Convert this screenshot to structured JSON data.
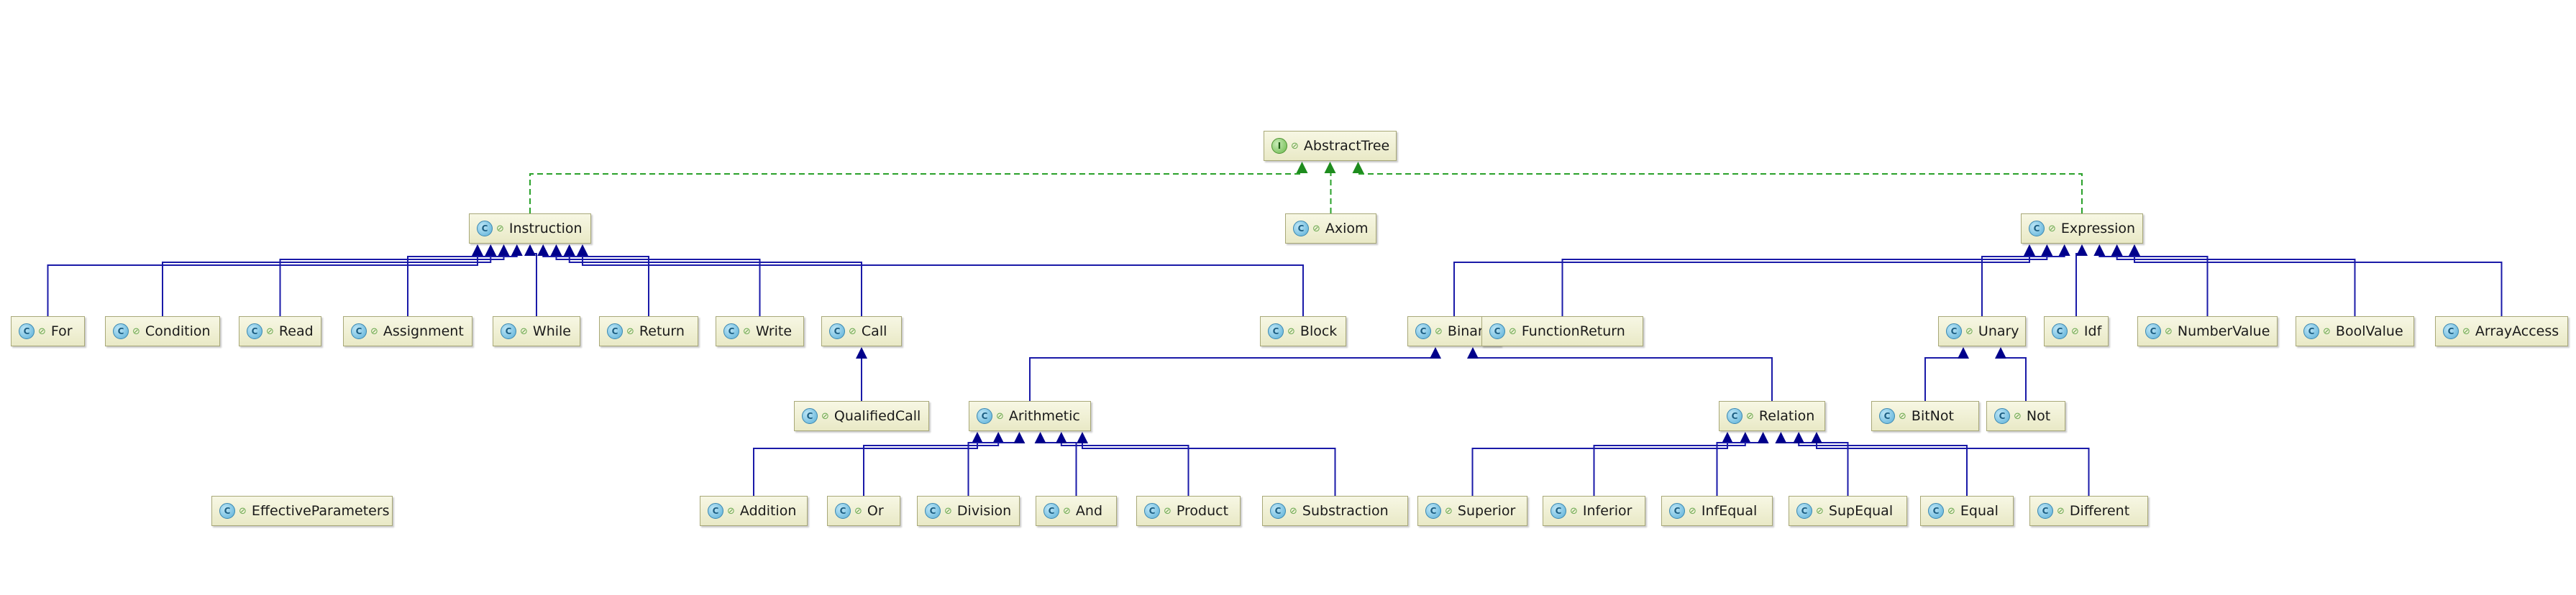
{
  "diagram": {
    "nodes": [
      {
        "id": "AbstractTree",
        "label": "AbstractTree",
        "kind": "interface",
        "kind_letter": "I"
      },
      {
        "id": "Instruction",
        "label": "Instruction",
        "kind": "class",
        "kind_letter": "C"
      },
      {
        "id": "Axiom",
        "label": "Axiom",
        "kind": "class",
        "kind_letter": "C"
      },
      {
        "id": "Expression",
        "label": "Expression",
        "kind": "class",
        "kind_letter": "C"
      },
      {
        "id": "For",
        "label": "For",
        "kind": "class",
        "kind_letter": "C"
      },
      {
        "id": "Condition",
        "label": "Condition",
        "kind": "class",
        "kind_letter": "C"
      },
      {
        "id": "Read",
        "label": "Read",
        "kind": "class",
        "kind_letter": "C"
      },
      {
        "id": "Assignment",
        "label": "Assignment",
        "kind": "class",
        "kind_letter": "C"
      },
      {
        "id": "While",
        "label": "While",
        "kind": "class",
        "kind_letter": "C"
      },
      {
        "id": "Return",
        "label": "Return",
        "kind": "class",
        "kind_letter": "C"
      },
      {
        "id": "Write",
        "label": "Write",
        "kind": "class",
        "kind_letter": "C"
      },
      {
        "id": "Call",
        "label": "Call",
        "kind": "class",
        "kind_letter": "C"
      },
      {
        "id": "Block",
        "label": "Block",
        "kind": "class",
        "kind_letter": "C"
      },
      {
        "id": "Binary",
        "label": "Binary",
        "kind": "class",
        "kind_letter": "C"
      },
      {
        "id": "FunctionReturn",
        "label": "FunctionReturn",
        "kind": "class",
        "kind_letter": "C"
      },
      {
        "id": "Unary",
        "label": "Unary",
        "kind": "class",
        "kind_letter": "C"
      },
      {
        "id": "Idf",
        "label": "Idf",
        "kind": "class",
        "kind_letter": "C"
      },
      {
        "id": "NumberValue",
        "label": "NumberValue",
        "kind": "class",
        "kind_letter": "C"
      },
      {
        "id": "BoolValue",
        "label": "BoolValue",
        "kind": "class",
        "kind_letter": "C"
      },
      {
        "id": "ArrayAccess",
        "label": "ArrayAccess",
        "kind": "class",
        "kind_letter": "C"
      },
      {
        "id": "QualifiedCall",
        "label": "QualifiedCall",
        "kind": "class",
        "kind_letter": "C"
      },
      {
        "id": "Arithmetic",
        "label": "Arithmetic",
        "kind": "class",
        "kind_letter": "C"
      },
      {
        "id": "Relation",
        "label": "Relation",
        "kind": "class",
        "kind_letter": "C"
      },
      {
        "id": "BitNot",
        "label": "BitNot",
        "kind": "class",
        "kind_letter": "C"
      },
      {
        "id": "Not",
        "label": "Not",
        "kind": "class",
        "kind_letter": "C"
      },
      {
        "id": "EffectiveParameters",
        "label": "EffectiveParameters",
        "kind": "class",
        "kind_letter": "C"
      },
      {
        "id": "Addition",
        "label": "Addition",
        "kind": "class",
        "kind_letter": "C"
      },
      {
        "id": "Or",
        "label": "Or",
        "kind": "class",
        "kind_letter": "C"
      },
      {
        "id": "Division",
        "label": "Division",
        "kind": "class",
        "kind_letter": "C"
      },
      {
        "id": "And",
        "label": "And",
        "kind": "class",
        "kind_letter": "C"
      },
      {
        "id": "Product",
        "label": "Product",
        "kind": "class",
        "kind_letter": "C"
      },
      {
        "id": "Substraction",
        "label": "Substraction",
        "kind": "class",
        "kind_letter": "C"
      },
      {
        "id": "Superior",
        "label": "Superior",
        "kind": "class",
        "kind_letter": "C"
      },
      {
        "id": "Inferior",
        "label": "Inferior",
        "kind": "class",
        "kind_letter": "C"
      },
      {
        "id": "InfEqual",
        "label": "InfEqual",
        "kind": "class",
        "kind_letter": "C"
      },
      {
        "id": "SupEqual",
        "label": "SupEqual",
        "kind": "class",
        "kind_letter": "C"
      },
      {
        "id": "Equal",
        "label": "Equal",
        "kind": "class",
        "kind_letter": "C"
      },
      {
        "id": "Different",
        "label": "Different",
        "kind": "class",
        "kind_letter": "C"
      }
    ],
    "implements": [
      {
        "from": "Instruction",
        "to": "AbstractTree"
      },
      {
        "from": "Axiom",
        "to": "AbstractTree"
      },
      {
        "from": "Expression",
        "to": "AbstractTree"
      }
    ],
    "extends": [
      {
        "from": "For",
        "to": "Instruction"
      },
      {
        "from": "Condition",
        "to": "Instruction"
      },
      {
        "from": "Read",
        "to": "Instruction"
      },
      {
        "from": "Assignment",
        "to": "Instruction"
      },
      {
        "from": "While",
        "to": "Instruction"
      },
      {
        "from": "Return",
        "to": "Instruction"
      },
      {
        "from": "Write",
        "to": "Instruction"
      },
      {
        "from": "Call",
        "to": "Instruction"
      },
      {
        "from": "Block",
        "to": "Instruction"
      },
      {
        "from": "QualifiedCall",
        "to": "Call"
      },
      {
        "from": "Binary",
        "to": "Expression"
      },
      {
        "from": "FunctionReturn",
        "to": "Expression"
      },
      {
        "from": "Unary",
        "to": "Expression"
      },
      {
        "from": "Idf",
        "to": "Expression"
      },
      {
        "from": "NumberValue",
        "to": "Expression"
      },
      {
        "from": "BoolValue",
        "to": "Expression"
      },
      {
        "from": "ArrayAccess",
        "to": "Expression"
      },
      {
        "from": "Arithmetic",
        "to": "Binary"
      },
      {
        "from": "Relation",
        "to": "Binary"
      },
      {
        "from": "BitNot",
        "to": "Unary"
      },
      {
        "from": "Not",
        "to": "Unary"
      },
      {
        "from": "Addition",
        "to": "Arithmetic"
      },
      {
        "from": "Or",
        "to": "Arithmetic"
      },
      {
        "from": "Division",
        "to": "Arithmetic"
      },
      {
        "from": "And",
        "to": "Arithmetic"
      },
      {
        "from": "Product",
        "to": "Arithmetic"
      },
      {
        "from": "Substraction",
        "to": "Arithmetic"
      },
      {
        "from": "Superior",
        "to": "Relation"
      },
      {
        "from": "Inferior",
        "to": "Relation"
      },
      {
        "from": "InfEqual",
        "to": "Relation"
      },
      {
        "from": "SupEqual",
        "to": "Relation"
      },
      {
        "from": "Equal",
        "to": "Relation"
      },
      {
        "from": "Different",
        "to": "Relation"
      }
    ]
  },
  "colors": {
    "extends_line": "#1a1aa8",
    "implements_line": "#2aa12a",
    "node_border": "#a8a878",
    "node_fill": "#f0f0d6",
    "class_icon": "#58aed6",
    "interface_icon": "#6ab84a"
  }
}
